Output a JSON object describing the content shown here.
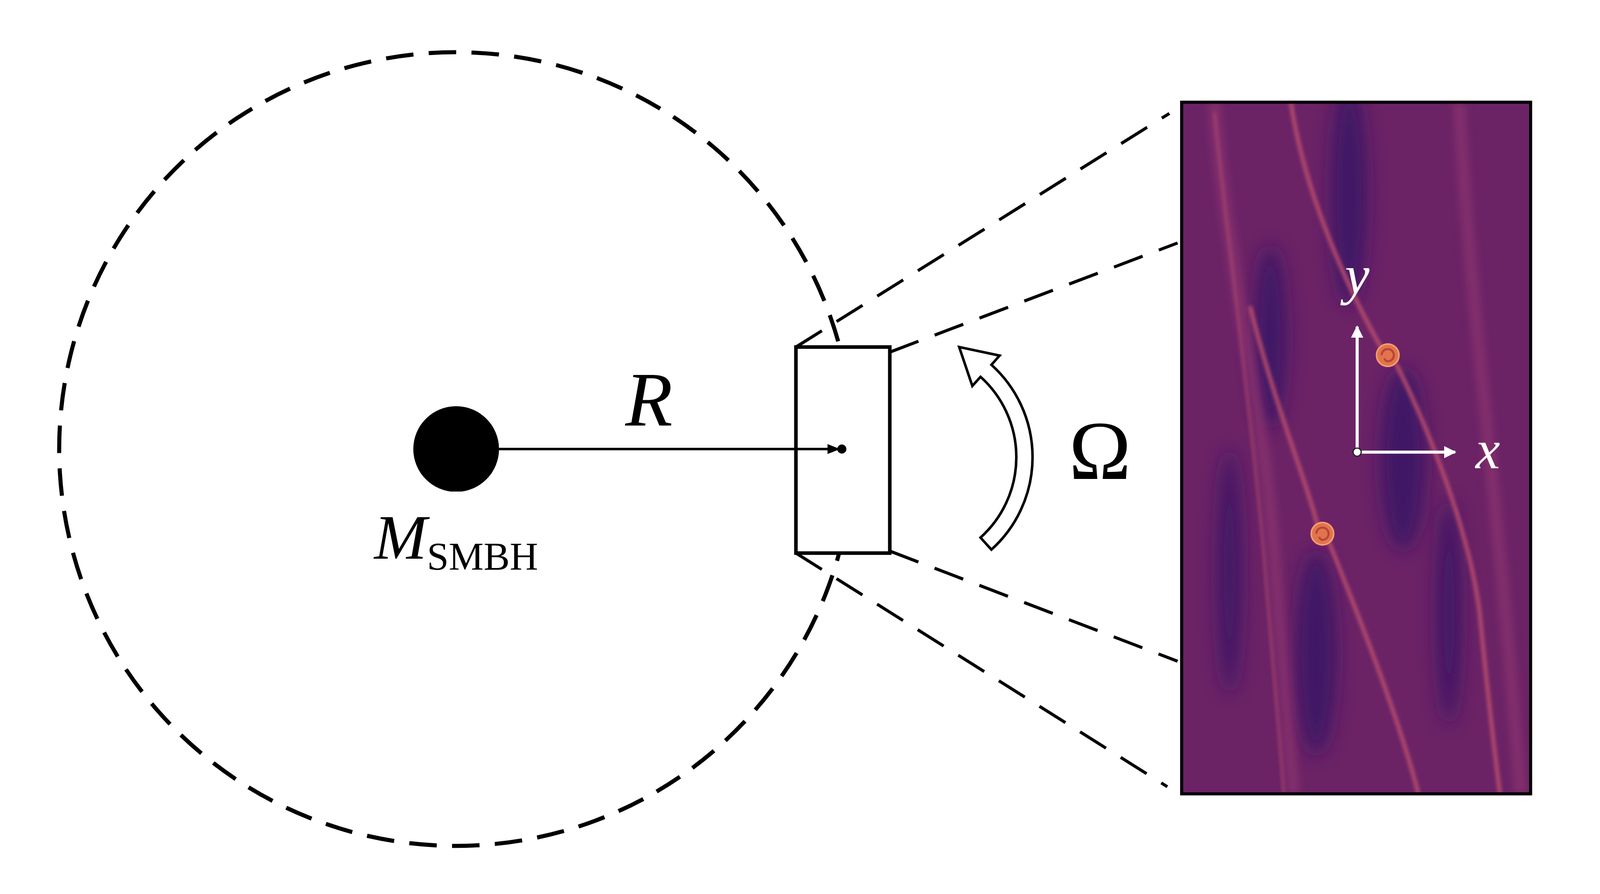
{
  "diagram": {
    "nodes": [
      {
        "text": [
          "MSMBH"
        ]
      }
    ],
    "labels": [
      "R",
      "Ω",
      "y",
      "x"
    ]
  }
}
